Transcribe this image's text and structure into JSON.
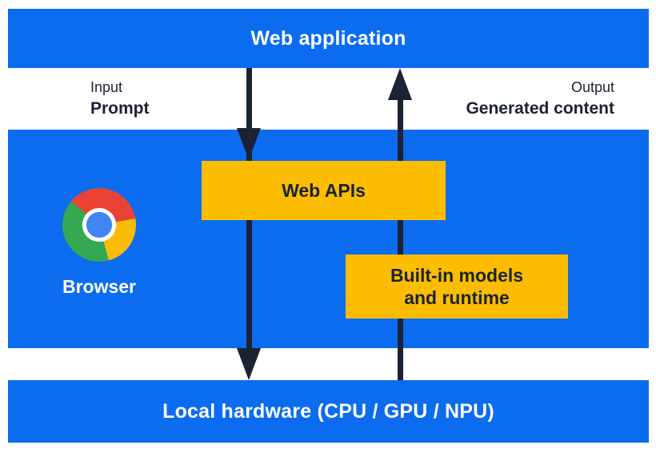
{
  "title": "Browser built-in AI architecture diagram",
  "colors": {
    "band_blue": "#0b6cf0",
    "box_yellow": "#fcbd00",
    "arrow_navy": "#1b2233",
    "text_white": "#ffffff",
    "logo_red": "#ea4335",
    "logo_green": "#34a853",
    "logo_yellow": "#fbbc05",
    "logo_blue": "#4285f4"
  },
  "top_bar": {
    "label": "Web application"
  },
  "flow_labels": {
    "left": {
      "line1": "Input",
      "line2": "Prompt"
    },
    "right": {
      "line1": "Output",
      "line2": "Generated content"
    }
  },
  "browser_section": {
    "browser_label": "Browser",
    "web_apis_label": "Web APIs",
    "builtin_line1": "Built-in models",
    "builtin_line2": "and runtime"
  },
  "bottom_bar": {
    "label": "Local hardware (CPU / GPU / NPU)"
  },
  "icons": {
    "browser_logo": "chrome-logo"
  },
  "arrows": {
    "down_arrow_meaning": "Input / Prompt flow: Web application -> Web APIs -> Local hardware",
    "up_arrow_meaning": "Output / Generated content flow: Local hardware -> Built-in models and runtime -> Web application"
  }
}
